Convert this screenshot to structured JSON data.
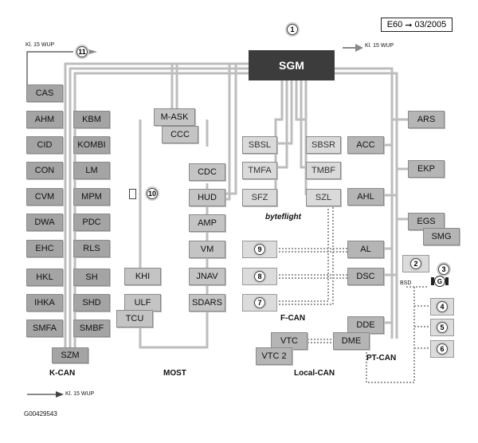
{
  "header": {
    "model": "E60",
    "date": "03/2005"
  },
  "gateway": "SGM",
  "wup_label": "Kl. 15 WUP",
  "legend_label": "Kl. 15 WUP",
  "figure_id": "G00429543",
  "bus_labels": {
    "kcan": "K-CAN",
    "most": "MOST",
    "byteflight": "byteflight",
    "fcan": "F-CAN",
    "localcan": "Local-CAN",
    "ptcan": "PT-CAN",
    "bsd": "BSD"
  },
  "kcan": {
    "cas": "CAS",
    "left": [
      "AHM",
      "CID",
      "CON",
      "CVM",
      "DWA",
      "EHC",
      "HKL",
      "IHKA",
      "SMFA"
    ],
    "right": [
      "KBM",
      "KOMBI",
      "LM",
      "MPM",
      "PDC",
      "RLS",
      "SH",
      "SHD",
      "SMBF"
    ],
    "szm": "SZM"
  },
  "most": {
    "mask": "M-ASK",
    "ccc": "CCC",
    "right": [
      "CDC",
      "HUD",
      "AMP",
      "VM",
      "JNAV",
      "SDARS"
    ],
    "khi": "KHI",
    "ulf": "ULF",
    "tcu": "TCU"
  },
  "byteflight": {
    "left": [
      "SBSL",
      "TMFA",
      "SFZ"
    ],
    "right": [
      "SBSR",
      "TMBF",
      "SZL"
    ]
  },
  "ptcan": {
    "acc": "ACC",
    "ahl": "AHL",
    "ars": "ARS",
    "ekp": "EKP",
    "egs": "EGS",
    "smg": "SMG",
    "al": "AL",
    "dsc": "DSC",
    "dde": "DDE",
    "dme": "DME",
    "vtc": "VTC",
    "vtc2": "VTC 2"
  },
  "markers": [
    "1",
    "2",
    "3",
    "4",
    "5",
    "6",
    "7",
    "8",
    "9",
    "10",
    "11"
  ],
  "alternator_symbol": "G"
}
